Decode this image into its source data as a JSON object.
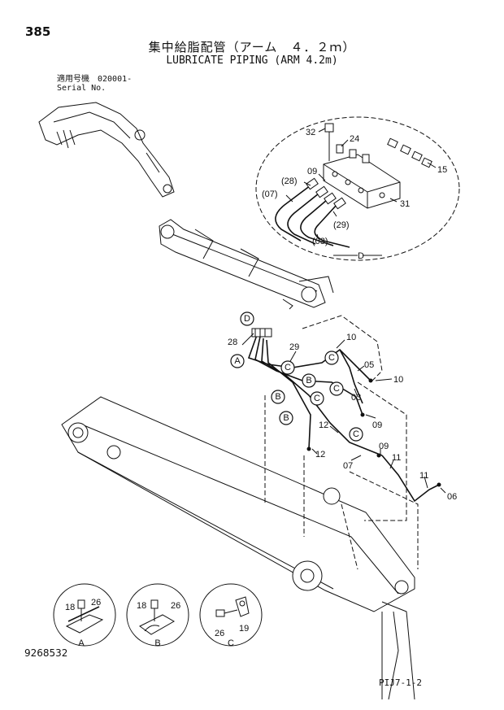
{
  "header": {
    "page_number": "385",
    "title_jp": "集中給脂配管（アーム　４．２ｍ）",
    "title_en": "LUBRICATE PIPING (ARM 4.2m)",
    "serial_label_jp": "適用号機　020001-",
    "serial_label_en": "Serial No."
  },
  "footer": {
    "doc_number": "9268532",
    "page_code": "PIJ7-1-2"
  },
  "detail_d": {
    "label": "D",
    "parts": [
      "32",
      "24",
      "15",
      "09",
      "(28)",
      "(07)",
      "31",
      "(29)",
      "(03)"
    ]
  },
  "callouts": {
    "a": "A",
    "b": "B",
    "c": "C",
    "d": "D"
  },
  "main_parts": [
    "28",
    "29",
    "10",
    "05",
    "10",
    "03",
    "09",
    "12",
    "12",
    "09",
    "07",
    "11",
    "11",
    "06"
  ],
  "clamp_details": {
    "a": {
      "label": "A",
      "parts": [
        "18",
        "26"
      ]
    },
    "b": {
      "label": "B",
      "parts": [
        "18",
        "26"
      ]
    },
    "c": {
      "label": "C",
      "parts": [
        "26",
        "19"
      ]
    }
  }
}
